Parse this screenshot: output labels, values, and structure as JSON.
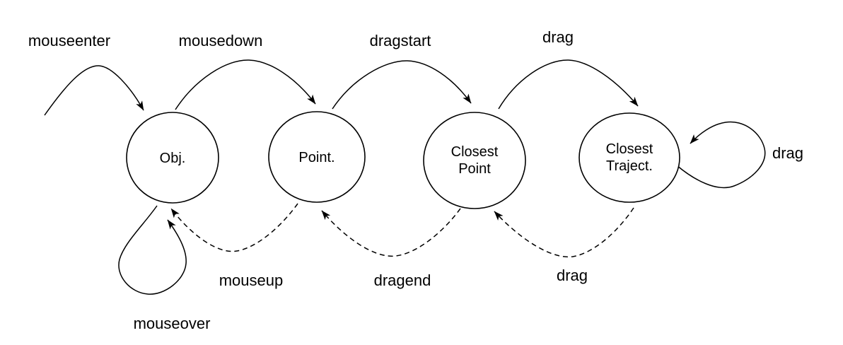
{
  "diagram": {
    "title": "drag-and-drop mouse event state diagram",
    "colors": {
      "stroke": "#000000",
      "background": "#ffffff"
    },
    "states": [
      {
        "id": "obj",
        "lines": [
          "Obj."
        ]
      },
      {
        "id": "point",
        "lines": [
          "Point."
        ]
      },
      {
        "id": "closest-point",
        "lines": [
          "Closest",
          "Point"
        ]
      },
      {
        "id": "closest-traject",
        "lines": [
          "Closest",
          "Traject."
        ]
      }
    ],
    "transitions": [
      {
        "id": "mouseenter",
        "label": "mouseenter",
        "style": "solid",
        "from": "outside",
        "to": "obj"
      },
      {
        "id": "mousedown",
        "label": "mousedown",
        "style": "solid",
        "from": "obj",
        "to": "point"
      },
      {
        "id": "dragstart",
        "label": "dragstart",
        "style": "solid",
        "from": "point",
        "to": "closest-point"
      },
      {
        "id": "drag-forward",
        "label": "drag",
        "style": "solid",
        "from": "closest-point",
        "to": "closest-traject"
      },
      {
        "id": "drag-self-loop",
        "label": "drag",
        "style": "solid",
        "from": "closest-traject",
        "to": "closest-traject"
      },
      {
        "id": "mouseup",
        "label": "mouseup",
        "style": "dashed",
        "from": "point",
        "to": "obj"
      },
      {
        "id": "dragend",
        "label": "dragend",
        "style": "dashed",
        "from": "closest-point",
        "to": "point"
      },
      {
        "id": "drag-back",
        "label": "drag",
        "style": "dashed",
        "from": "closest-traject",
        "to": "closest-point"
      },
      {
        "id": "mouseover-self-loop",
        "label": "mouseover",
        "style": "solid",
        "from": "obj",
        "to": "obj"
      }
    ]
  }
}
